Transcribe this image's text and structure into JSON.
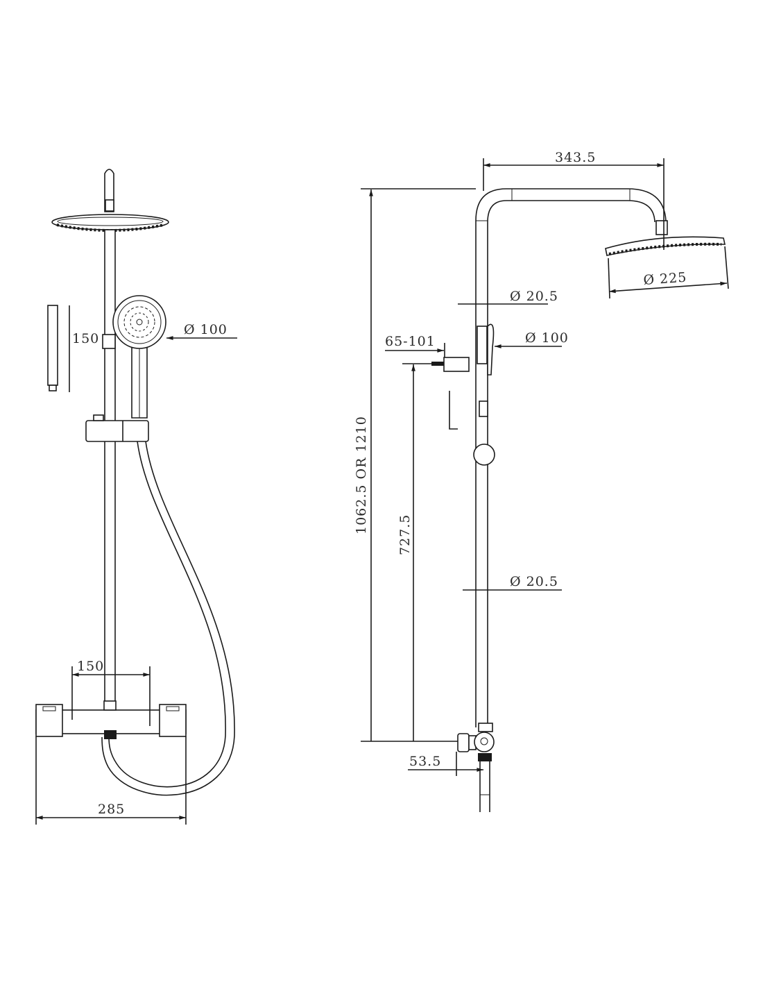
{
  "front_view": {
    "arm_height": "150",
    "hand_shower_diameter": "Ø 100",
    "inlet_spacing": "150",
    "mixer_width": "285"
  },
  "side_view": {
    "arm_reach": "343.5",
    "head_diameter": "Ø 225",
    "upper_pipe_diameter": "Ø 20.5",
    "hand_shower_diameter": "Ø 100",
    "wall_bracket_offset": "65-101",
    "bracket_height": "727.5",
    "total_height": "1062.5 OR 1210",
    "lower_pipe_diameter": "Ø 20.5",
    "valve_offset": "53.5"
  }
}
